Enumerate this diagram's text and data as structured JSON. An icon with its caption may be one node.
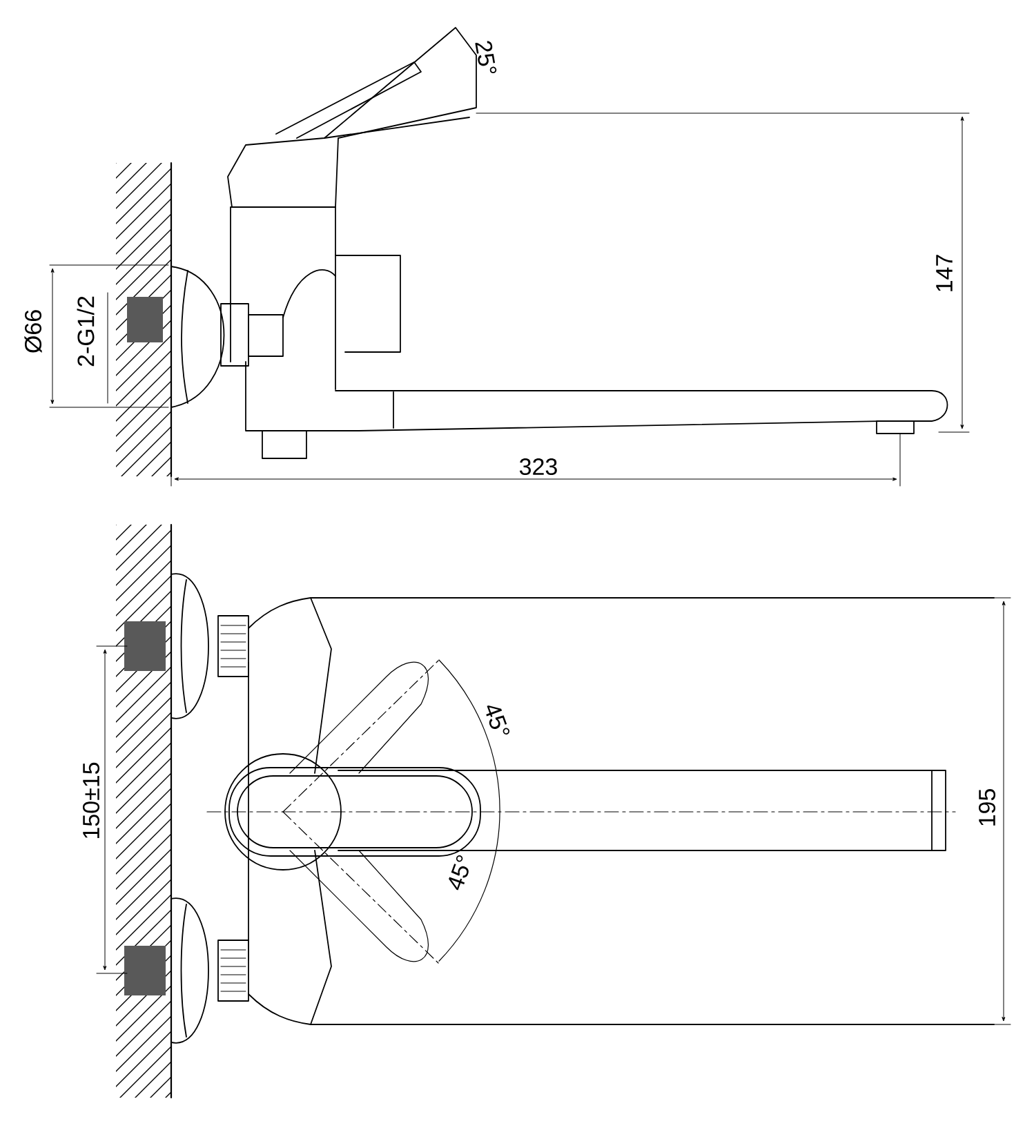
{
  "diagram": {
    "labels": [
      "25°",
      "147",
      "Ø66",
      "2-G1/2",
      "323",
      "45°",
      "150±15",
      "195",
      "45°"
    ]
  }
}
